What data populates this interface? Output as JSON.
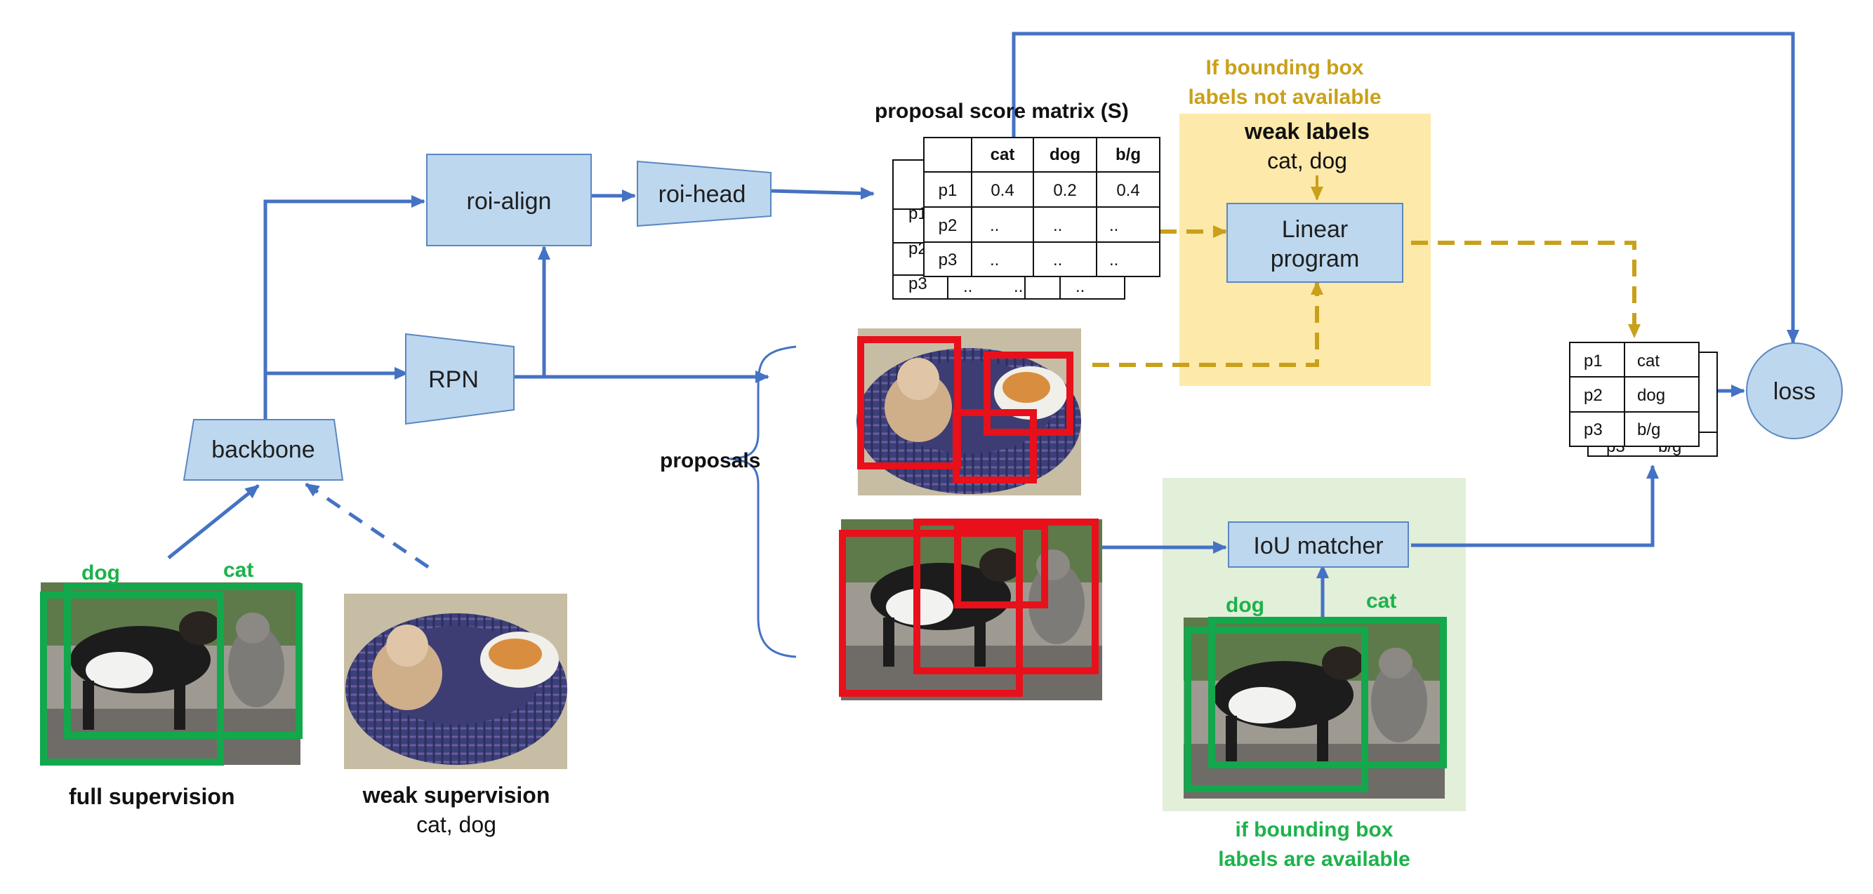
{
  "nodes": {
    "backbone": "backbone",
    "roi_align": "roi-align",
    "roi_head": "roi-head",
    "rpn": "RPN",
    "linear_program_line1": "Linear",
    "linear_program_line2": "program",
    "iou_matcher": "IoU matcher",
    "loss": "loss"
  },
  "labels": {
    "full_supervision": "full supervision",
    "weak_supervision": "weak supervision",
    "weak_supervision_classes": "cat, dog",
    "proposals": "proposals",
    "score_matrix_title": "proposal score matrix (S)",
    "weak_labels_title": "weak labels",
    "weak_labels_classes": "cat, dog",
    "no_bbox_line1": "If bounding box",
    "no_bbox_line2": "labels not available",
    "bbox_line1": "if bounding box",
    "bbox_line2": "labels are available",
    "box_dog": "dog",
    "box_cat": "cat"
  },
  "score_matrix": {
    "headers": [
      "cat",
      "dog",
      "b/g"
    ],
    "rows": [
      {
        "id": "p1",
        "values": [
          "0.4",
          "0.2",
          "0.4"
        ]
      },
      {
        "id": "p2",
        "values": [
          "..",
          "..",
          ".."
        ]
      },
      {
        "id": "p3",
        "values": [
          "..",
          "..",
          ".."
        ]
      }
    ],
    "back_rows": [
      "p1",
      "p2",
      "p3"
    ],
    "back_bottom": [
      "..",
      "..",
      ".."
    ]
  },
  "output_table": {
    "rows": [
      {
        "id": "p1",
        "label": "cat"
      },
      {
        "id": "p2",
        "label": "dog"
      },
      {
        "id": "p3",
        "label": "b/g"
      }
    ],
    "back_bottom": [
      "p3",
      "b/g"
    ]
  },
  "colors": {
    "arrow_blue": "#4472c4",
    "node_fill": "#bdd7ee",
    "node_stroke": "#5b87c2",
    "weak_gold": "#c9a019",
    "weak_panel": "#fde9a9",
    "strong_green": "#1db24b",
    "strong_panel": "#e2efd9",
    "box_green": "#12a84b",
    "box_red": "#e8101a"
  }
}
